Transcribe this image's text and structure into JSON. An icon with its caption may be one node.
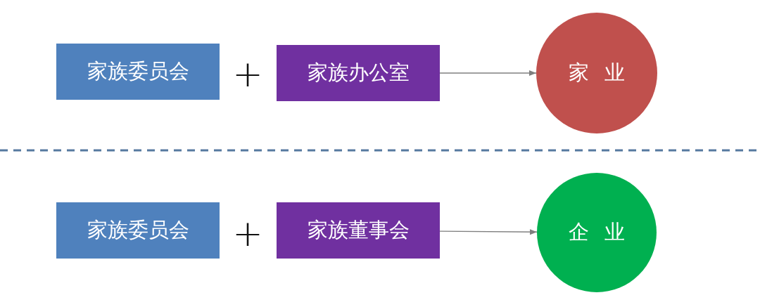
{
  "diagram": {
    "nodes": [
      {
        "text": [
          "家族委员会"
        ]
      },
      {
        "text": [
          "家族办公室"
        ]
      },
      {
        "text": [
          "家 业"
        ]
      },
      {
        "text": [
          "家族委员会"
        ]
      },
      {
        "text": [
          "家族董事会"
        ]
      },
      {
        "text": [
          "企 业"
        ]
      }
    ],
    "edges": [
      {
        "from": 1,
        "to": 2,
        "arrow": "to"
      },
      {
        "from": 4,
        "to": 5,
        "arrow": "to"
      }
    ],
    "labels": [
      "+",
      "+"
    ]
  }
}
